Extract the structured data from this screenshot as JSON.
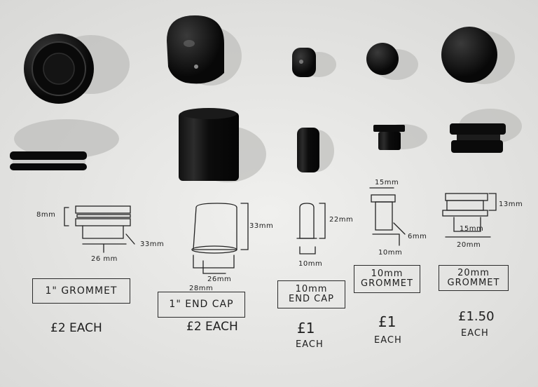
{
  "items": [
    {
      "label": "1\" GROMMET",
      "price": "£2 EACH",
      "dims": {
        "height": "8mm",
        "length": "33mm",
        "width": "26 mm"
      }
    },
    {
      "label": "1\" END CAP",
      "price": "£2 EACH",
      "dims": {
        "height": "33mm",
        "inner": "26mm",
        "outer": "28mm"
      }
    },
    {
      "label_line1": "10mm",
      "label_line2": "END CAP",
      "price": "£1",
      "each": "EACH",
      "dims": {
        "height": "22mm",
        "width": "10mm"
      }
    },
    {
      "label_line1": "10mm",
      "label_line2": "GROMMET",
      "price": "£1",
      "each": "EACH",
      "dims": {
        "top": "15mm",
        "slot": "6mm",
        "width": "10mm"
      }
    },
    {
      "label_line1": "20mm",
      "label_line2": "GROMMET",
      "price": "£1.50",
      "each": "EACH",
      "dims": {
        "height": "13mm",
        "inner": "15mm",
        "width": "20mm"
      }
    }
  ]
}
